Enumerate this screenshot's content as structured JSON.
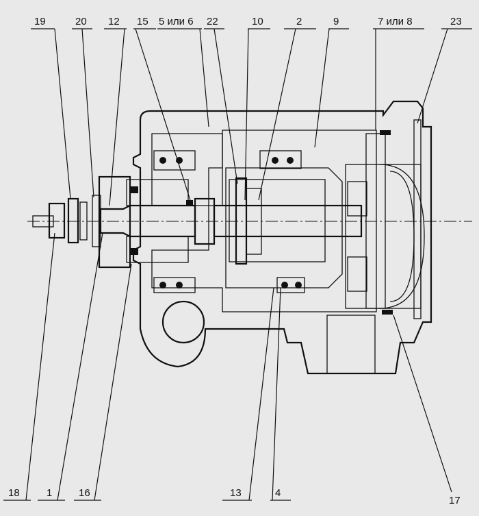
{
  "callouts_top": [
    {
      "id": "19",
      "text": "19"
    },
    {
      "id": "20",
      "text": "20"
    },
    {
      "id": "12",
      "text": "12"
    },
    {
      "id": "15",
      "text": "15"
    },
    {
      "id": "5_6",
      "text": "5 или 6"
    },
    {
      "id": "22",
      "text": "22"
    },
    {
      "id": "10",
      "text": "10"
    },
    {
      "id": "2",
      "text": "2"
    },
    {
      "id": "9",
      "text": "9"
    },
    {
      "id": "7_8",
      "text": "7 или 8"
    },
    {
      "id": "23",
      "text": "23"
    }
  ],
  "callouts_bottom": [
    {
      "id": "18",
      "text": "18"
    },
    {
      "id": "1",
      "text": "1"
    },
    {
      "id": "16",
      "text": "16"
    },
    {
      "id": "13",
      "text": "13"
    },
    {
      "id": "4",
      "text": "4"
    },
    {
      "id": "17",
      "text": "17"
    }
  ]
}
